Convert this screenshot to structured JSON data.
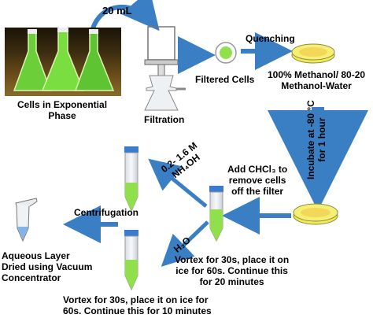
{
  "labels": {
    "volume": "20 mL",
    "cells_phase": "Cells in Exponential\nPhase",
    "filtration": "Filtration",
    "filtered_cells": "Filtered Cells",
    "quenching": "Quenching",
    "methanol": "100% Methanol/ 80-20\nMethanol-Water",
    "incubate": "Incubate at -80 °C\nfor 1 hour",
    "add_chcl3": "Add CHCl₃ to\nremove cells\noff the filter",
    "nh4oh": "0.2- 1.6 M\nNH₄OH",
    "water": "H₂O",
    "centrifugation": "Centrifugation",
    "aqueous": "Aqueous Layer\nDried using Vacuum\nConcentrator",
    "vortex_20": "Vortex for 30s, place it on\nice for 60s. Continue this\nfor 20 minutes",
    "vortex_10": "Vortex for 30s, place it on ice for\n60s. Continue this for 10 minutes"
  },
  "colors": {
    "arrow": "#3a7fc4",
    "culture_green": "#8fe04a",
    "filter_yellow": "#f2ea5a"
  }
}
